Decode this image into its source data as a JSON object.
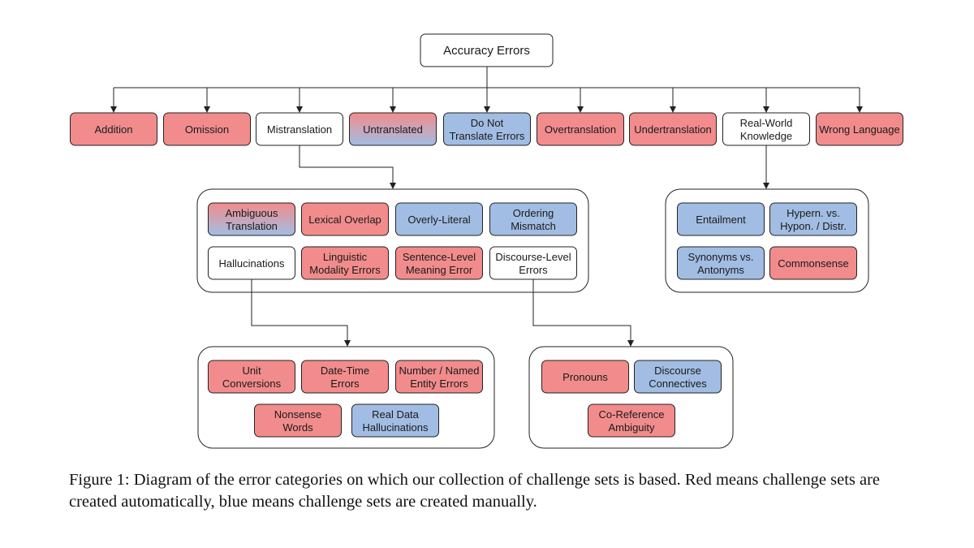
{
  "colors": {
    "red": "#f28c8c",
    "blue": "#a2bde3",
    "white": "#ffffff",
    "stroke": "#222222"
  },
  "root": {
    "label": "Accuracy Errors"
  },
  "level1": [
    {
      "id": "addition",
      "label": "Addition",
      "color": "red"
    },
    {
      "id": "omission",
      "label": "Omission",
      "color": "red"
    },
    {
      "id": "mistranslation",
      "label": "Mistranslation",
      "color": "white"
    },
    {
      "id": "untranslated",
      "label": "Untranslated",
      "color": "mixed"
    },
    {
      "id": "do-not-translate",
      "label": "Do Not\nTranslate Errors",
      "color": "blue"
    },
    {
      "id": "overtranslation",
      "label": "Overtranslation",
      "color": "red"
    },
    {
      "id": "undertranslation",
      "label": "Undertranslation",
      "color": "red"
    },
    {
      "id": "real-world-knowledge",
      "label": "Real-World\nKnowledge",
      "color": "white"
    },
    {
      "id": "wrong-language",
      "label": "Wrong Language",
      "color": "red"
    }
  ],
  "mistranslation_group": [
    {
      "id": "ambiguous-translation",
      "label": "Ambiguous\nTranslation",
      "color": "mixed"
    },
    {
      "id": "lexical-overlap",
      "label": "Lexical Overlap",
      "color": "red"
    },
    {
      "id": "overly-literal",
      "label": "Overly-Literal",
      "color": "blue"
    },
    {
      "id": "ordering-mismatch",
      "label": "Ordering\nMismatch",
      "color": "blue"
    },
    {
      "id": "hallucinations",
      "label": "Hallucinations",
      "color": "white"
    },
    {
      "id": "linguistic-modality-errors",
      "label": "Linguistic\nModality Errors",
      "color": "red"
    },
    {
      "id": "sentence-level-meaning-error",
      "label": "Sentence-Level\nMeaning Error",
      "color": "red"
    },
    {
      "id": "discourse-level-errors",
      "label": "Discourse-Level\nErrors",
      "color": "white"
    }
  ],
  "knowledge_group": [
    {
      "id": "entailment",
      "label": "Entailment",
      "color": "blue"
    },
    {
      "id": "hypern-hypon-distr",
      "label": "Hypern. vs.\nHypon. / Distr.",
      "color": "blue"
    },
    {
      "id": "synonyms-antonyms",
      "label": "Synonyms vs.\nAntonyms",
      "color": "blue"
    },
    {
      "id": "commonsense",
      "label": "Commonsense",
      "color": "red"
    }
  ],
  "hallucination_group": [
    {
      "id": "unit-conversions",
      "label": "Unit\nConversions",
      "color": "red"
    },
    {
      "id": "date-time-errors",
      "label": "Date-Time\nErrors",
      "color": "red"
    },
    {
      "id": "number-named-entity-errors",
      "label": "Number / Named\nEntity Errors",
      "color": "red"
    },
    {
      "id": "nonsense-words",
      "label": "Nonsense\nWords",
      "color": "red"
    },
    {
      "id": "real-data-hallucinations",
      "label": "Real Data\nHallucinations",
      "color": "blue"
    }
  ],
  "discourse_group": [
    {
      "id": "pronouns",
      "label": "Pronouns",
      "color": "red"
    },
    {
      "id": "discourse-connectives",
      "label": "Discourse\nConnectives",
      "color": "blue"
    },
    {
      "id": "co-reference-ambiguity",
      "label": "Co-Reference\nAmbiguity",
      "color": "red"
    }
  ],
  "caption": "Figure 1: Diagram of the error categories on which our collection of challenge sets is based. Red means challenge sets are created automatically, blue means challenge sets are created manually."
}
